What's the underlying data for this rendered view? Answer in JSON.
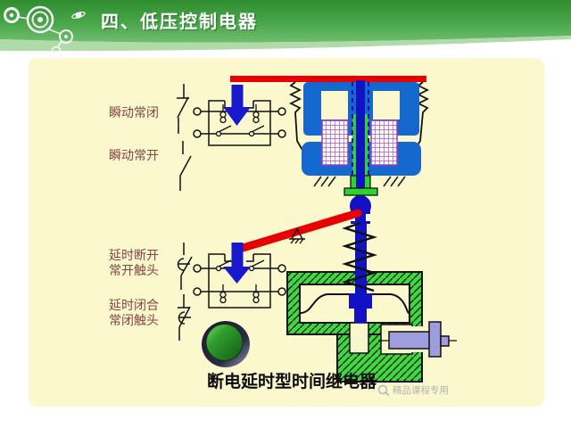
{
  "header": {
    "title": "四、低压控制电器"
  },
  "labels": {
    "instant_nc": "瞬动常闭",
    "instant_no": "瞬动常开",
    "delay_open_l1": "延时断开",
    "delay_open_l2": "常开触头",
    "delay_close_l1": "延时闭合",
    "delay_close_l2": "常闭触头"
  },
  "caption": "断电延时型时间继电器",
  "watermark": "精品课程专用",
  "colors": {
    "header_green": "#3C9A3C",
    "panel_bg": "#FBF8CE",
    "core_blue": "#1568CE",
    "rod_navy": "#1212C4",
    "mech_green": "#2ED32E",
    "lever_red": "#E80000",
    "coil_purple": "#B04FC8",
    "screw_lavender": "#9E9EDE",
    "label_color": "#8A4343"
  }
}
